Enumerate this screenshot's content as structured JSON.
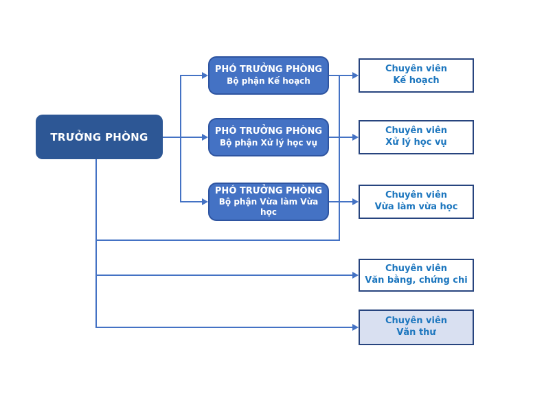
{
  "diagram": {
    "type": "org-chart",
    "root": {
      "title": "TRƯỞNG PHÒNG"
    },
    "deputies": [
      {
        "title": "PHÓ TRƯỞNG PHÒNG",
        "subtitle": "Bộ phận Kế hoạch"
      },
      {
        "title": "PHÓ TRƯỞNG PHÒNG",
        "subtitle": "Bộ phận Xử lý học vụ"
      },
      {
        "title": "PHÓ TRƯỞNG PHÒNG",
        "subtitle": "Bộ phận Vừa làm Vừa học"
      }
    ],
    "specialists": [
      {
        "title": "Chuyên viên",
        "subtitle": "Kế hoạch",
        "highlighted": false
      },
      {
        "title": "Chuyên viên",
        "subtitle": "Xử lý học vụ",
        "highlighted": false
      },
      {
        "title": "Chuyên viên",
        "subtitle": "Vừa làm vừa học",
        "highlighted": false
      },
      {
        "title": "Chuyên viên",
        "subtitle": "Văn bằng, chứng chi",
        "highlighted": false
      },
      {
        "title": "Chuyên viên",
        "subtitle": "Văn thư",
        "highlighted": true
      }
    ],
    "colors": {
      "root_fill": "#2d5795",
      "deputy_fill": "#4472c4",
      "deputy_border": "#2e54a0",
      "specialist_border": "#27447e",
      "specialist_text": "#1c76be",
      "specialist_highlight_fill": "#d9e0f1",
      "connector": "#4472c4",
      "background": "#ffffff"
    }
  }
}
